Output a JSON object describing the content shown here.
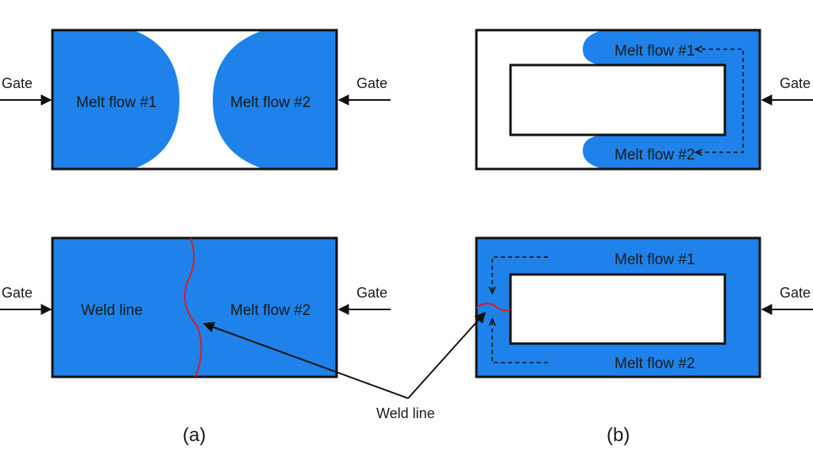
{
  "colors": {
    "melt": "#1e82ea",
    "weld": "#d42020",
    "outline": "#111111",
    "background": "#ffffff"
  },
  "labels": {
    "gate": "Gate",
    "melt_flow_1": "Melt flow #1",
    "melt_flow_2": "Melt flow #2",
    "weld_line": "Weld line",
    "caption_a": "(a)",
    "caption_b": "(b)"
  }
}
